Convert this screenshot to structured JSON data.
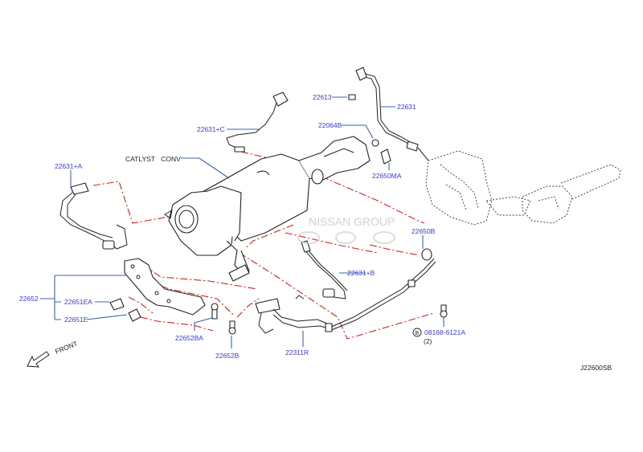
{
  "diagram": {
    "title": "CATLYST CONV",
    "watermark": "NISSAN GROUP",
    "figure_code": "J22600SB",
    "direction_label": "FRONT",
    "colors": {
      "label_text": "#3a3ad6",
      "leader_line": "#3b62a8",
      "phantom_line": "#d42020",
      "part_outline": "#222222"
    },
    "parts": [
      {
        "id": "22613",
        "label": "22613"
      },
      {
        "id": "22631",
        "label": "22631"
      },
      {
        "id": "22064B",
        "label": "22064B"
      },
      {
        "id": "22650MA",
        "label": "22650MA"
      },
      {
        "id": "22631C",
        "label": "22631+C"
      },
      {
        "id": "22631A",
        "label": "22631+A"
      },
      {
        "id": "22631B",
        "label": "22631+B"
      },
      {
        "id": "22650B",
        "label": "22650B"
      },
      {
        "id": "22652",
        "label": "22652"
      },
      {
        "id": "22651EA",
        "label": "22651EA"
      },
      {
        "id": "22651E",
        "label": "22651E"
      },
      {
        "id": "22652BA",
        "label": "22652BA"
      },
      {
        "id": "22652B",
        "label": "22652B"
      },
      {
        "id": "22311R",
        "label": "22311R"
      },
      {
        "id": "08168-6121A",
        "label": "08168-6121A",
        "badge": "B",
        "qty": "(2)"
      }
    ]
  }
}
